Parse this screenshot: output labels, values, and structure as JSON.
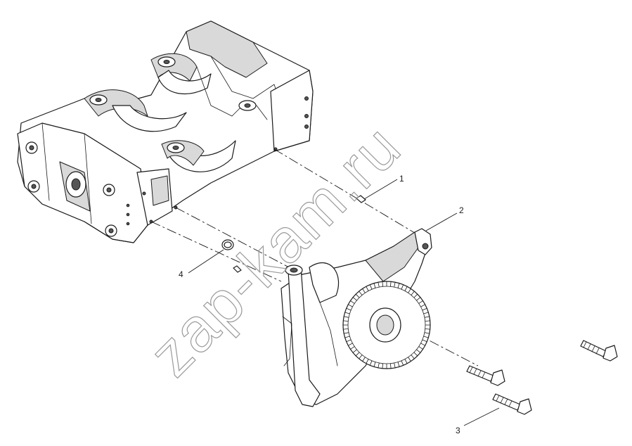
{
  "diagram": {
    "callouts": [
      {
        "id": "1",
        "label": "1"
      },
      {
        "id": "2",
        "label": "2"
      },
      {
        "id": "3",
        "label": "3"
      },
      {
        "id": "4",
        "label": "4"
      }
    ],
    "watermark": "zap-kam.ru"
  }
}
